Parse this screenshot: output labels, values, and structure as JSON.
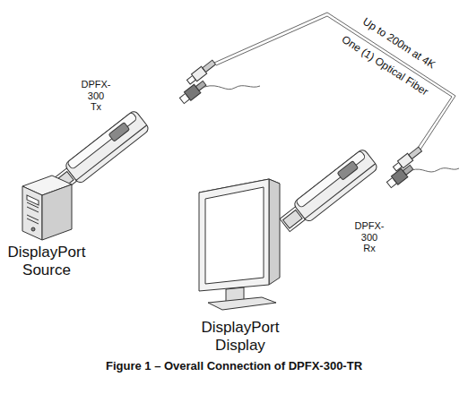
{
  "diagram": {
    "caption": "Figure 1 – Overall Connection of DPFX-300-TR",
    "labels": [
      "DPFX-300 Tx",
      "DPFX-300 Rx",
      "DisplayPort Source",
      "DisplayPort Display",
      "Up to 200m at 4K",
      "One (1) Optical Fiber"
    ]
  }
}
